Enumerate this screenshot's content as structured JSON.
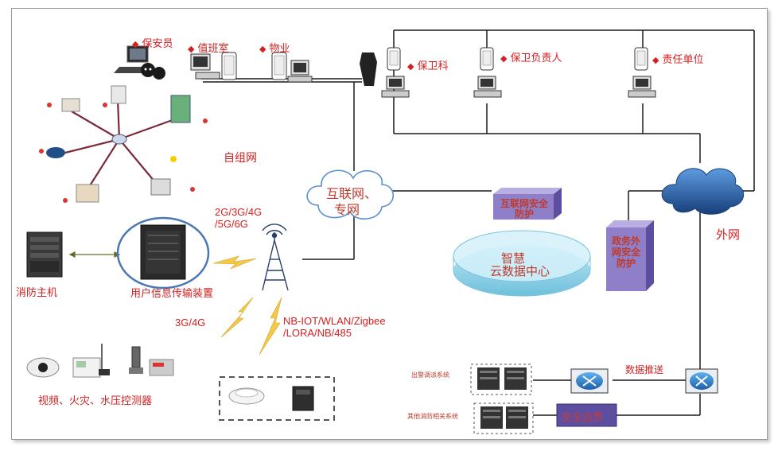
{
  "people": {
    "guard": "保安员",
    "duty_room": "值班室",
    "property": "物业",
    "security_dept": "保卫科",
    "security_head": "保卫负责人",
    "responsible_unit": "责任单位"
  },
  "networks": {
    "ad_hoc": "自组网",
    "internet_line1": "互联网、",
    "internet_line2": "专网",
    "external": "外网",
    "cellular_line1": "2G/3G/4G",
    "cellular_line2": "/5G/6G",
    "cellular_left": "3G/4G",
    "iot_line1": "NB-IOT/WLAN/Zigbee",
    "iot_line2": "/LORA/NB/485"
  },
  "devices": {
    "fire_host": "消防主机",
    "transmission": "用户信息传输装置",
    "detectors": "视频、火灾、水压控测器"
  },
  "cloud": {
    "internet_security": "互联网安全防护",
    "center_line1": "智慧",
    "center_line2": "云数据中心",
    "gov_security": "政务外网安全防护"
  },
  "bottom": {
    "dispatch_system": "出警调派系统",
    "other_system": "其他消防相关系统",
    "data_push": "数据推送",
    "security_boundary": "安全边界"
  },
  "colors": {
    "label_red": "#d61f1f",
    "line_dark": "#1a1a1a",
    "line_blue": "#4a78b5",
    "cloud_blue": "#2f6fb5",
    "box_purple": "#8f7fc8",
    "ellipse_cyan": "#8fd3e6",
    "lightning": "#f2c94c"
  }
}
